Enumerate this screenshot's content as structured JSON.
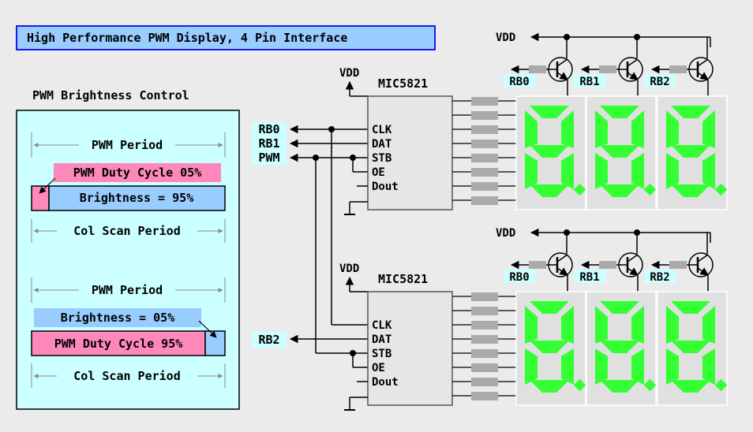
{
  "title": "High Performance PWM Display, 4 Pin Interface",
  "pwm_panel": {
    "heading": "PWM Brightness Control",
    "example1": {
      "pwm_period": "PWM Period",
      "duty_cycle": "PWM Duty Cycle 05%",
      "brightness": "Brightness = 95%",
      "col_scan": "Col Scan Period"
    },
    "example2": {
      "pwm_period": "PWM Period",
      "brightness": "Brightness = 05%",
      "duty_cycle": "PWM Duty Cycle 95%",
      "col_scan": "Col Scan Period"
    }
  },
  "signals": {
    "rb0": "RB0",
    "rb1": "RB1",
    "pwm": "PWM",
    "rb2": "RB2"
  },
  "drivers": [
    {
      "vdd": "VDD",
      "chip": "MIC5821",
      "pins": [
        "CLK",
        "DAT",
        "STB",
        "OE",
        "Dout"
      ]
    },
    {
      "vdd": "VDD",
      "chip": "MIC5821",
      "pins": [
        "CLK",
        "DAT",
        "STB",
        "OE",
        "Dout"
      ]
    }
  ],
  "digit_banks": [
    {
      "vdd": "VDD",
      "transistor_labels": [
        "RB0",
        "RB1",
        "RB2"
      ]
    },
    {
      "vdd": "VDD",
      "transistor_labels": [
        "RB0",
        "RB1",
        "RB2"
      ]
    }
  ],
  "colors": {
    "background": "#ebebeb",
    "title_fill": "#99ccff",
    "title_border": "#1a1aee",
    "panel_fill": "#ccffff",
    "pink": "#ff88bb",
    "blue_bar": "#99ccff",
    "segment_on": "#33ff33",
    "chip_fill": "#e6e6e6",
    "resistor": "#aaaaaa"
  }
}
